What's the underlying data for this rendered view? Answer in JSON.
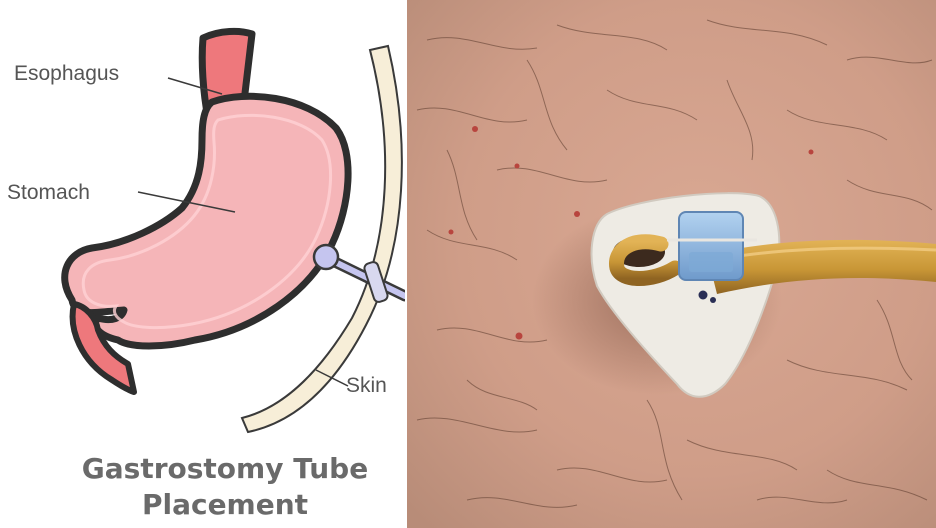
{
  "labels": {
    "esophagus": "Esophagus",
    "stomach": "Stomach",
    "skin": "Skin"
  },
  "title": {
    "line1": "Gastrostomy Tube",
    "line2": "Placement"
  },
  "colors": {
    "stomach_fill": "#f5b5b8",
    "esophagus_fill": "#ee787c",
    "outline": "#2e2e2e",
    "skin_fill": "#f7eed8",
    "tube_tip": "#c5c5ef",
    "label_text": "#555555",
    "photo_skin": "#d2a18c",
    "bolster": "#eeebe4",
    "connector": "#8db6dc",
    "feeding_tube": "#c89636"
  }
}
